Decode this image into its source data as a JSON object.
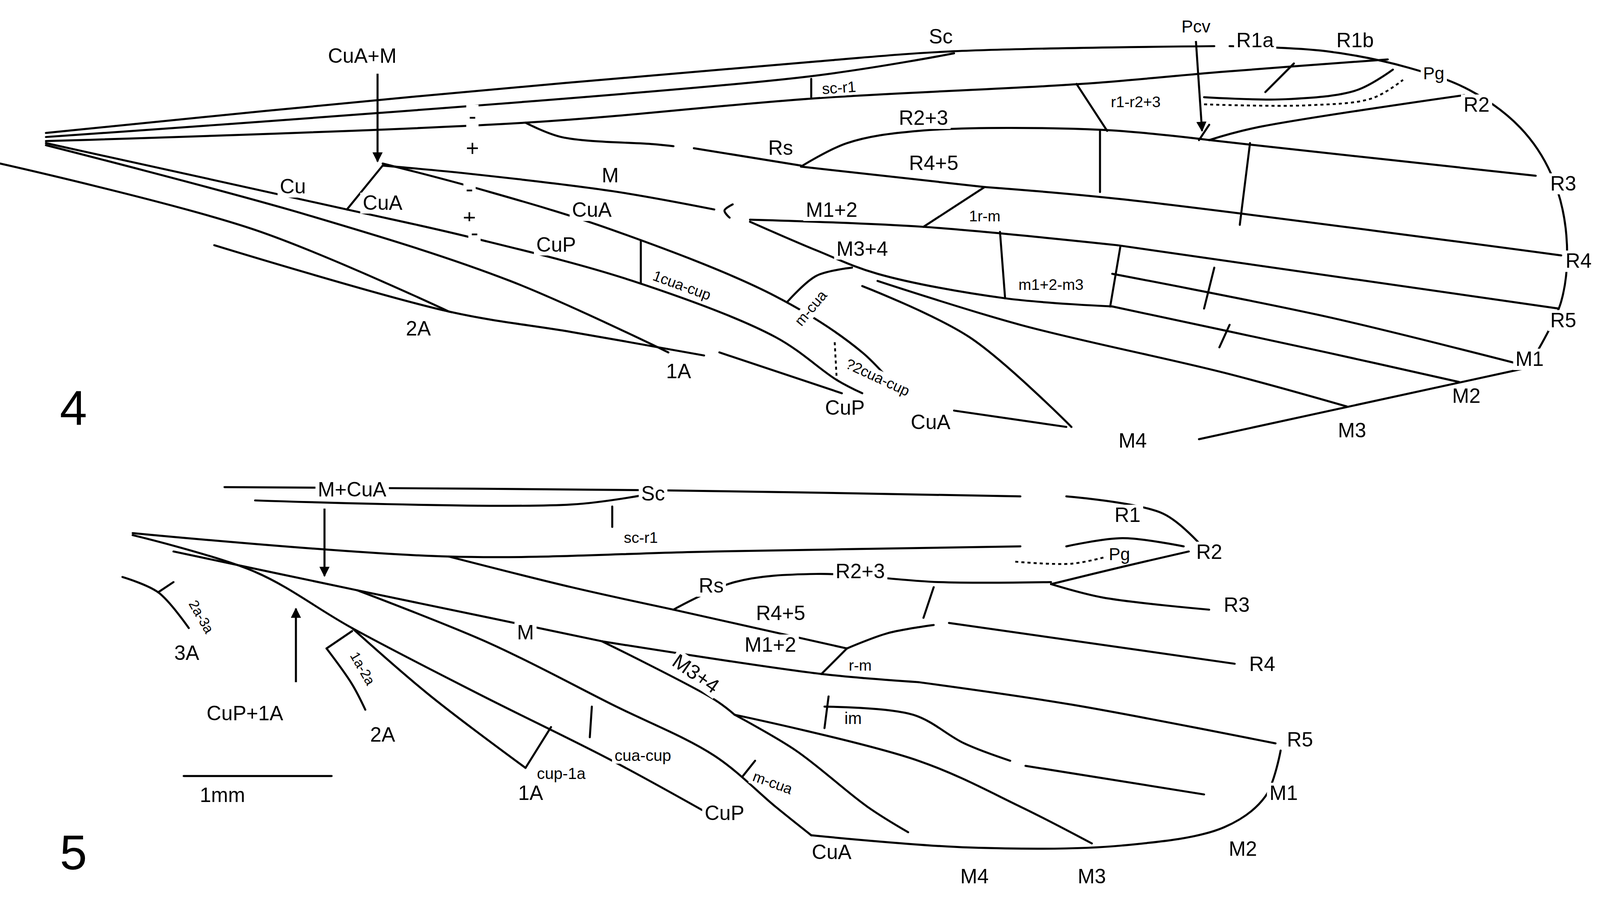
{
  "diagram": {
    "labels": [
      "CuA+M",
      "Sc",
      "sc-r1",
      "Pcv",
      "R1a",
      "R1b",
      "Pg",
      "R2",
      "r1-r2+3",
      "-",
      "+",
      "R2+3",
      "Rs",
      "R3",
      "Cu",
      "CuA",
      "-",
      "M",
      "+",
      "CuA",
      "R4+5",
      "1r-m",
      "M1+2",
      "-",
      "CuP",
      "1cua-cup",
      "M3+4",
      "R4",
      "m-cua",
      "m1+2-m3",
      "R5",
      "2A",
      "?2cua-cup",
      "M1",
      "1A",
      "M2",
      "CuP",
      "CuA",
      "M3",
      "M4",
      "4",
      "M+CuA",
      "Sc",
      "R1",
      "sc-r1",
      "Pg",
      "R2",
      "R2+3",
      "Rs",
      "R3",
      "R4+5",
      "M",
      "M1+2",
      "2a-3a",
      "3A",
      "M3+4",
      "r-m",
      "R4",
      "1a-2a",
      "CuP+1A",
      "im",
      "2A",
      "cua-cup",
      "cup-1a",
      "R5",
      "m-cua",
      "M1",
      "1mm",
      "1A",
      "CuP",
      "M2",
      "CuA",
      "M4",
      "M3",
      "5"
    ]
  }
}
